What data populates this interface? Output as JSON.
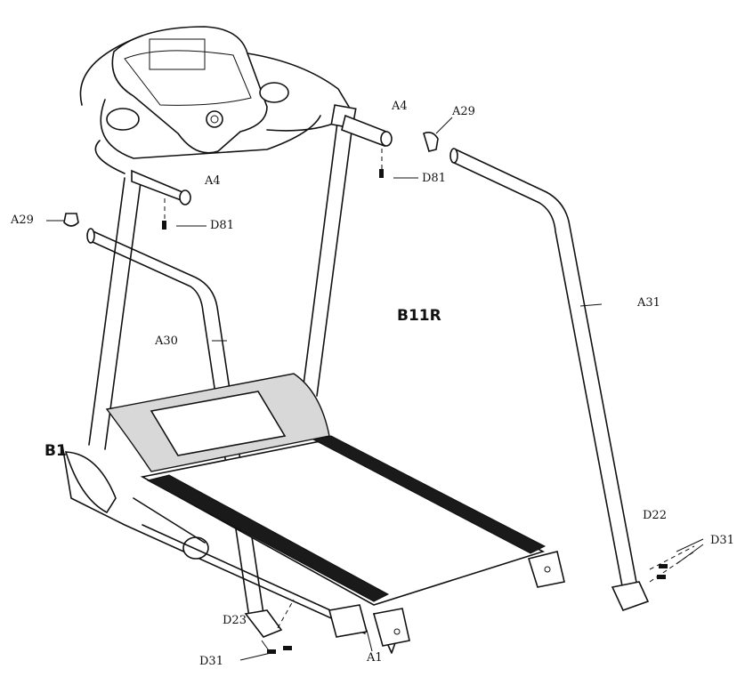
{
  "diagram": {
    "labels": {
      "a4_left": "A4",
      "a4_right": "A4",
      "a29_left": "A29",
      "a29_right": "A29",
      "d81_left": "D81",
      "d81_right": "D81",
      "a30": "A30",
      "a31": "A31",
      "b11r": "B11R",
      "b1": "B1",
      "d22": "D22",
      "d23": "D23",
      "d31_left": "D31",
      "d31_right": "D31",
      "a1": "A1"
    }
  }
}
